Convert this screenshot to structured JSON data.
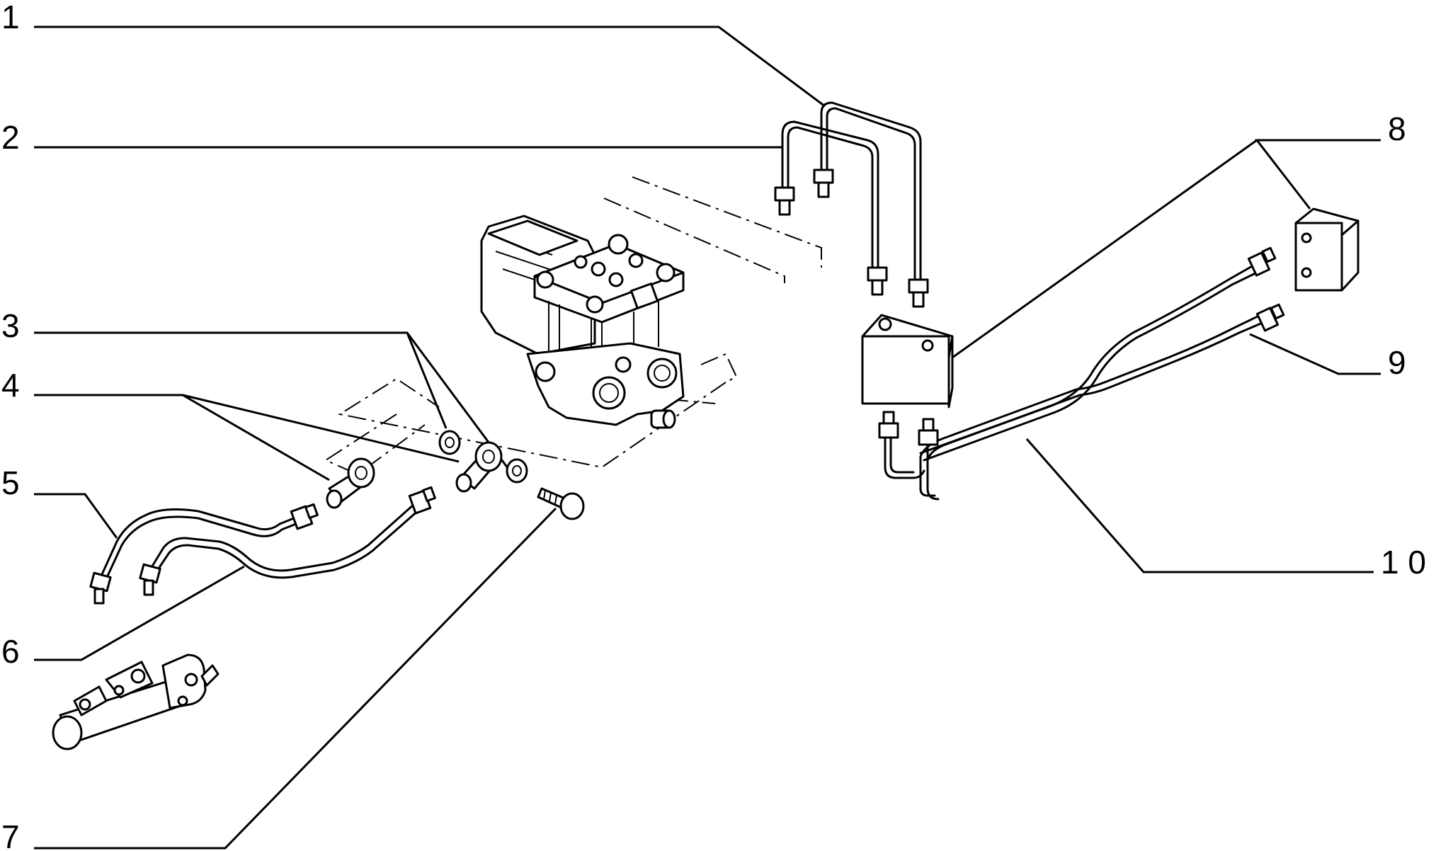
{
  "callouts": [
    {
      "id": "1",
      "label": "1"
    },
    {
      "id": "2",
      "label": "2"
    },
    {
      "id": "3",
      "label": "3"
    },
    {
      "id": "4",
      "label": "4"
    },
    {
      "id": "5",
      "label": "5"
    },
    {
      "id": "6",
      "label": "6"
    },
    {
      "id": "7",
      "label": "7"
    },
    {
      "id": "8",
      "label": "8"
    },
    {
      "id": "9",
      "label": "9"
    },
    {
      "id": "10",
      "label": "1 0"
    }
  ]
}
